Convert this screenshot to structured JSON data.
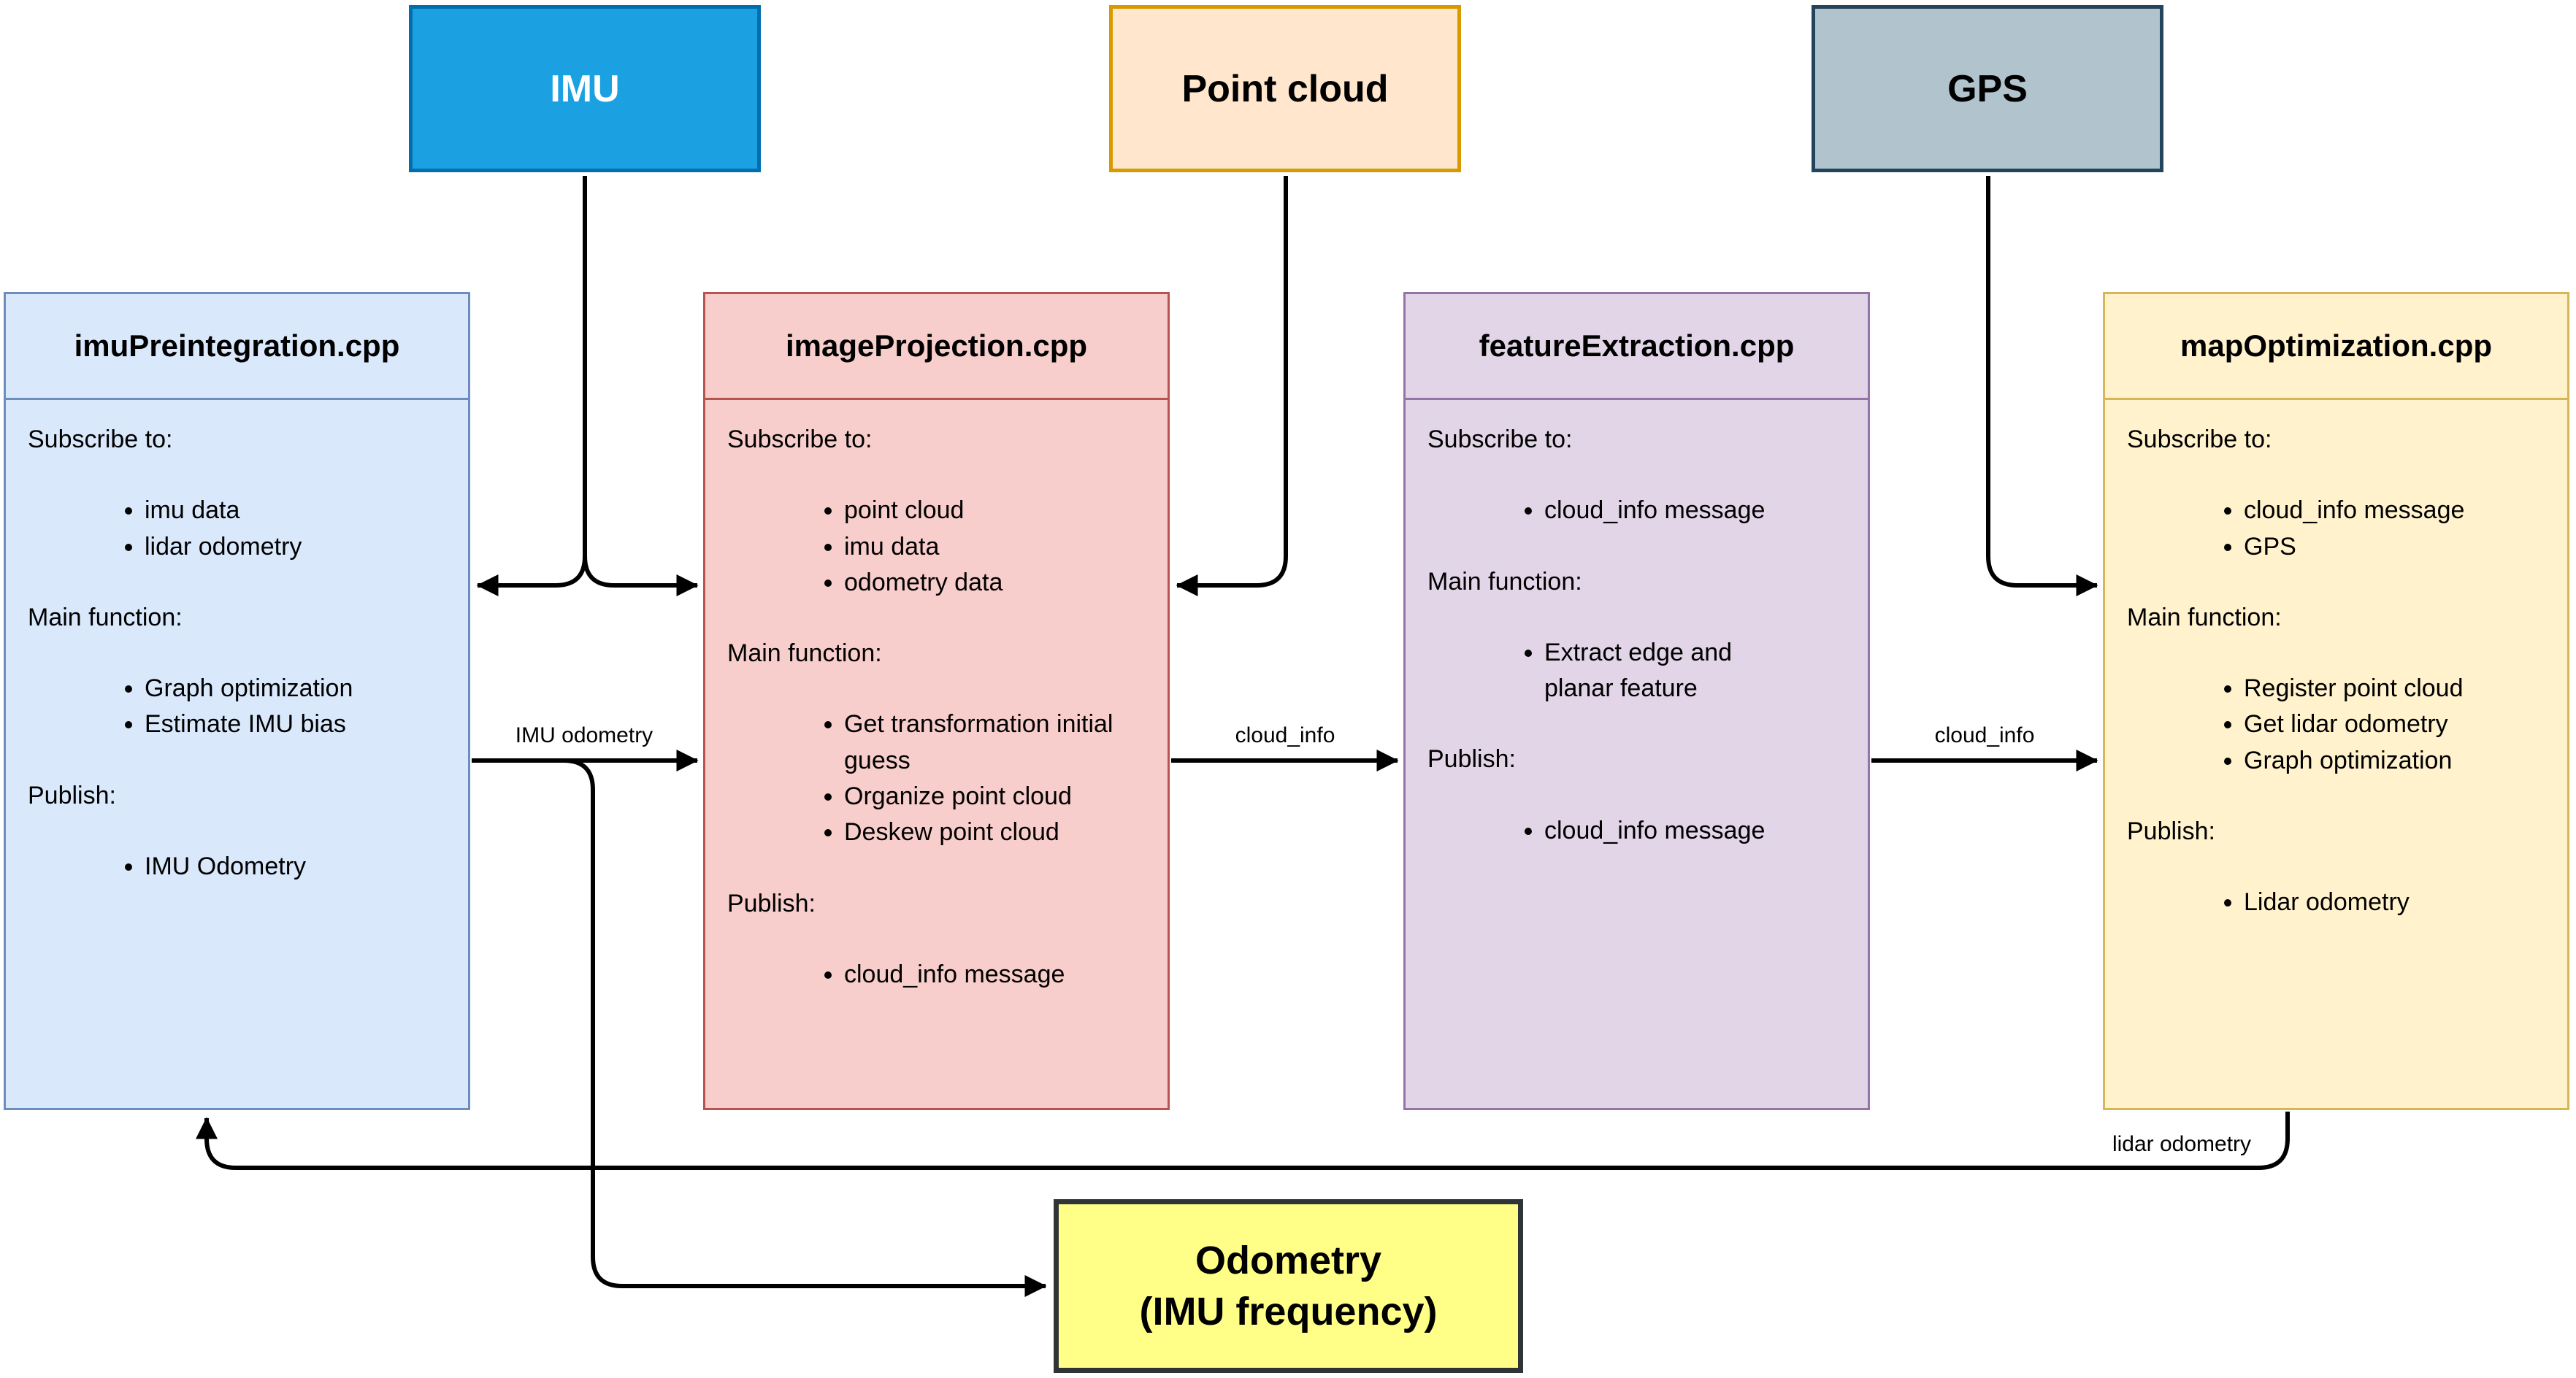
{
  "diagram": {
    "type": "flow-diagram",
    "subject": "LIO-SAM ROS node architecture"
  },
  "palette": {
    "imu_fill": "#1BA1E2",
    "imu_border": "#006EAF",
    "imu_text": "#FFFFFF",
    "pointcloud_fill": "#FFE6CC",
    "pointcloud_border": "#D79B00",
    "gps_fill": "#B1C3CD",
    "gps_border": "#23445D",
    "node1_fill": "#DAE8FC",
    "node1_border": "#6C8EBF",
    "node2_fill": "#F8CECC",
    "node2_border": "#B85450",
    "node3_fill": "#E1D5E7",
    "node3_border": "#9673A6",
    "node4_fill": "#FFF2CC",
    "node4_border": "#D6B656",
    "output_fill": "#FFFF88",
    "output_border": "#2F3437",
    "edge_color": "#000000"
  },
  "sources": [
    {
      "label": "IMU"
    },
    {
      "label": "Point cloud"
    },
    {
      "label": "GPS"
    }
  ],
  "nodes": [
    {
      "title": "imuPreintegration.cpp",
      "sections": [
        {
          "heading": "Subscribe to:",
          "items": [
            "imu data",
            "lidar odometry"
          ]
        },
        {
          "heading": "Main function:",
          "items": [
            "Graph optimization",
            "Estimate IMU bias"
          ]
        },
        {
          "heading": "Publish:",
          "items": [
            "IMU Odometry"
          ]
        }
      ]
    },
    {
      "title": "imageProjection.cpp",
      "sections": [
        {
          "heading": "Subscribe to:",
          "items": [
            "point cloud",
            "imu data",
            "odometry data"
          ]
        },
        {
          "heading": "Main function:",
          "items": [
            "Get transformation initial guess",
            "Organize point cloud",
            "Deskew point cloud"
          ]
        },
        {
          "heading": "Publish:",
          "items": [
            "cloud_info message"
          ]
        }
      ]
    },
    {
      "title": "featureExtraction.cpp",
      "sections": [
        {
          "heading": "Subscribe to:",
          "items": [
            "cloud_info message"
          ]
        },
        {
          "heading": "Main function:",
          "items": [
            "Extract edge and planar feature"
          ]
        },
        {
          "heading": "Publish:",
          "items": [
            "cloud_info message"
          ]
        }
      ]
    },
    {
      "title": "mapOptimization.cpp",
      "sections": [
        {
          "heading": "Subscribe to:",
          "items": [
            "cloud_info message",
            "GPS"
          ]
        },
        {
          "heading": "Main function:",
          "items": [
            "Register point cloud",
            "Get lidar odometry",
            "Graph optimization"
          ]
        },
        {
          "heading": "Publish:",
          "items": [
            "Lidar odometry"
          ]
        }
      ]
    }
  ],
  "output": {
    "label_line1": "Odometry",
    "label_line2": "(IMU frequency)"
  },
  "edge_labels": {
    "imu_odometry": "IMU odometry",
    "cloud_info_1": "cloud_info",
    "cloud_info_2": "cloud_info",
    "lidar_odometry": "lidar odometry"
  }
}
